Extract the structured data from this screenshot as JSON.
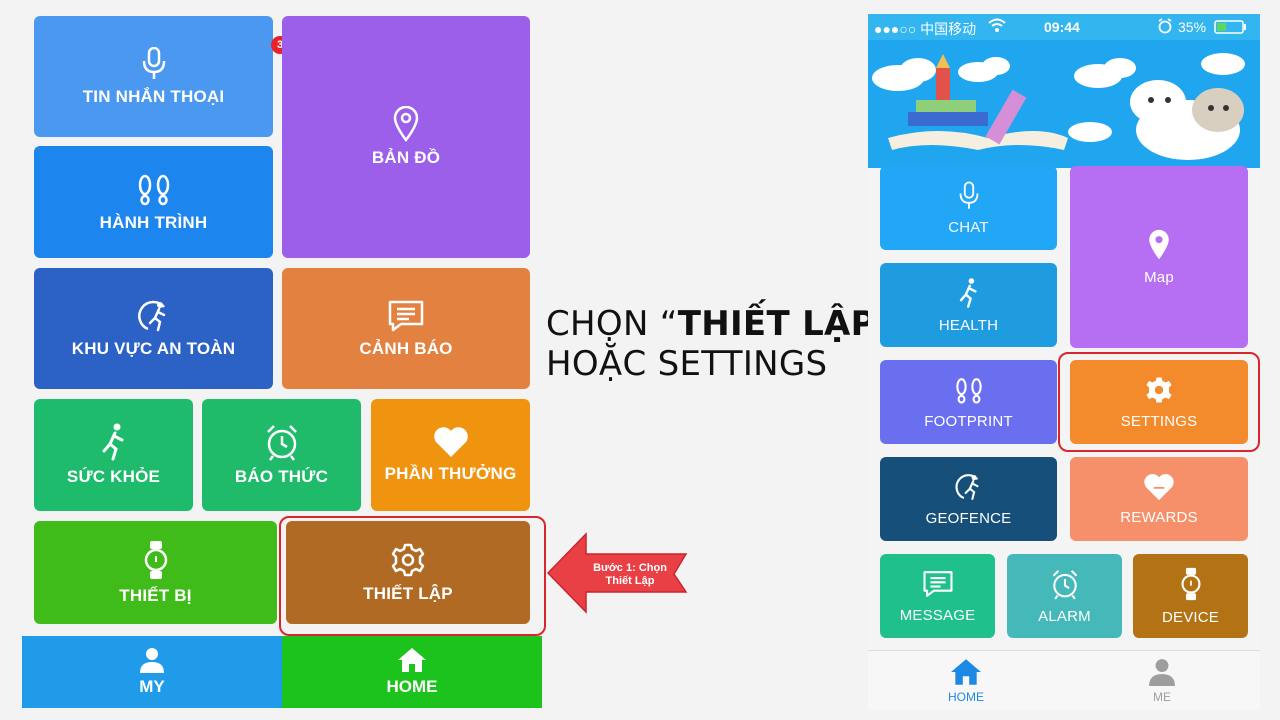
{
  "left_app": {
    "tiles": [
      {
        "label": "TIN NHẮN THOẠI",
        "icon": "microphone-icon",
        "color": "#4a98f0",
        "badge": "3"
      },
      {
        "label": "BẢN ĐỒ",
        "icon": "map-pin-icon",
        "color": "#9b5fea"
      },
      {
        "label": "HÀNH TRÌNH",
        "icon": "footprint-icon",
        "color": "#1d86ee"
      },
      {
        "label": "KHU VỰC AN TOÀN",
        "icon": "geofence-runner-icon",
        "color": "#2c61c6"
      },
      {
        "label": "CẢNH BÁO",
        "icon": "message-icon",
        "color": "#e38140"
      },
      {
        "label": "SỨC KHỎE",
        "icon": "runner-icon",
        "color": "#1dbb6b"
      },
      {
        "label": "BÁO THỨC",
        "icon": "alarm-clock-icon",
        "color": "#1fbb6b"
      },
      {
        "label": "PHẦN THƯỞNG",
        "icon": "heart-icon",
        "color": "#f0930f"
      },
      {
        "label": "THIẾT BỊ",
        "icon": "watch-icon",
        "color": "#3fbb1a"
      },
      {
        "label": "THIẾT LẬP",
        "icon": "gear-icon",
        "color": "#b06a23"
      }
    ],
    "nav": [
      {
        "label": "MY",
        "icon": "user-icon",
        "color": "#1f9be9"
      },
      {
        "label": "HOME",
        "icon": "home-icon",
        "color": "#1cc31c"
      }
    ]
  },
  "annotation": {
    "arrow_text_line1": "Bước 1: Chọn",
    "arrow_text_line2": "Thiết Lập",
    "arrow_color": "#e84045"
  },
  "instruction": {
    "line1_prefix": "CHỌN “",
    "line1_bold": "THIẾT LẬP",
    "line1_suffix": "”",
    "line2": "HOẶC SETTINGS"
  },
  "phone": {
    "status": {
      "carrier": "●●●○○ 中国移动",
      "time": "09:44",
      "battery": "35%"
    },
    "tiles": [
      {
        "label": "CHAT",
        "icon": "microphone-icon",
        "color": "#21a7f5"
      },
      {
        "label": "Map",
        "icon": "map-pin-icon",
        "color": "#b66ef2"
      },
      {
        "label": "HEALTH",
        "icon": "runner-icon",
        "color": "#1f9be0"
      },
      {
        "label": "FOOTPRINT",
        "icon": "footprint-icon",
        "color": "#6a6ff0"
      },
      {
        "label": "SETTINGS",
        "icon": "gear-icon",
        "color": "#f38a2b"
      },
      {
        "label": "GEOFENCE",
        "icon": "geofence-runner-icon",
        "color": "#164f7a"
      },
      {
        "label": "REWARDS",
        "icon": "heart-icon",
        "color": "#f5906a"
      },
      {
        "label": "MESSAGE",
        "icon": "message-icon",
        "color": "#1fc08c"
      },
      {
        "label": "ALARM",
        "icon": "alarm-clock-icon",
        "color": "#45b9b9"
      },
      {
        "label": "DEVICE",
        "icon": "watch-icon",
        "color": "#b37214"
      }
    ],
    "nav": [
      {
        "label": "HOME",
        "icon": "home-icon",
        "color": "#1e88e5"
      },
      {
        "label": "ME",
        "icon": "user-icon",
        "color": "#9e9e9e"
      }
    ]
  }
}
